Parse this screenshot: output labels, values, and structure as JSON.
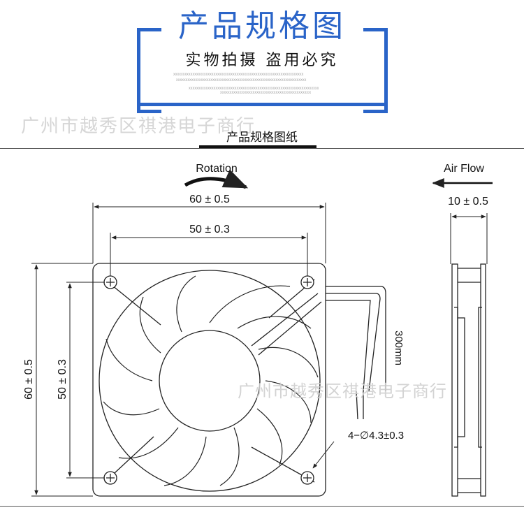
{
  "header": {
    "title": "产品规格图",
    "subtitle": "实物拍摄  盗用必究",
    "watermark_small": "XXXXXXXXXXXXXXXXXXXXXXXXXXXXXXXXXXXXXXXXXXXXXXXXXXXXXXXXXXXXXXXXXXXX",
    "accent_color": "#2a64c8"
  },
  "watermark": {
    "company": "广州市越秀区祺港电子商行"
  },
  "section": {
    "title": "产品规格图纸"
  },
  "front_view": {
    "rotation_label": "Rotation",
    "overall_width": "60 ± 0.5",
    "hole_spacing_width": "50 ± 0.3",
    "overall_height": "60 ± 0.5",
    "hole_spacing_height": "50 ± 0.3",
    "cable_length": "300mm",
    "mount_holes": "4−∅4.3±0.3"
  },
  "side_view": {
    "airflow_label": "Air Flow",
    "thickness": "10 ± 0.5"
  }
}
